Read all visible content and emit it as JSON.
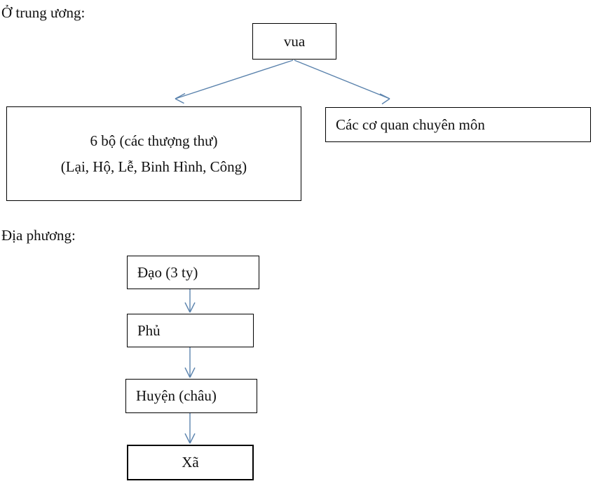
{
  "diagram": {
    "title_central": "Ở trung ương:",
    "title_local": "Địa phương:",
    "arrow_color": "#5b83ad",
    "box_border_color": "#000000",
    "background_color": "#ffffff",
    "central": {
      "root": {
        "label": "vua"
      },
      "children": [
        {
          "id": "six-boards",
          "line1": "6 bộ (các thượng thư)",
          "line2": "(Lại, Hộ, Lễ, Binh Hình, Công)"
        },
        {
          "id": "specialized-agencies",
          "line1": "Các cơ quan chuyên môn"
        }
      ]
    },
    "local": {
      "chain": [
        {
          "id": "dao",
          "label": "Đạo (3 ty)"
        },
        {
          "id": "phu",
          "label": "Phủ"
        },
        {
          "id": "huyen",
          "label": "Huyện (châu)"
        },
        {
          "id": "xa",
          "label": "Xã"
        }
      ]
    }
  }
}
